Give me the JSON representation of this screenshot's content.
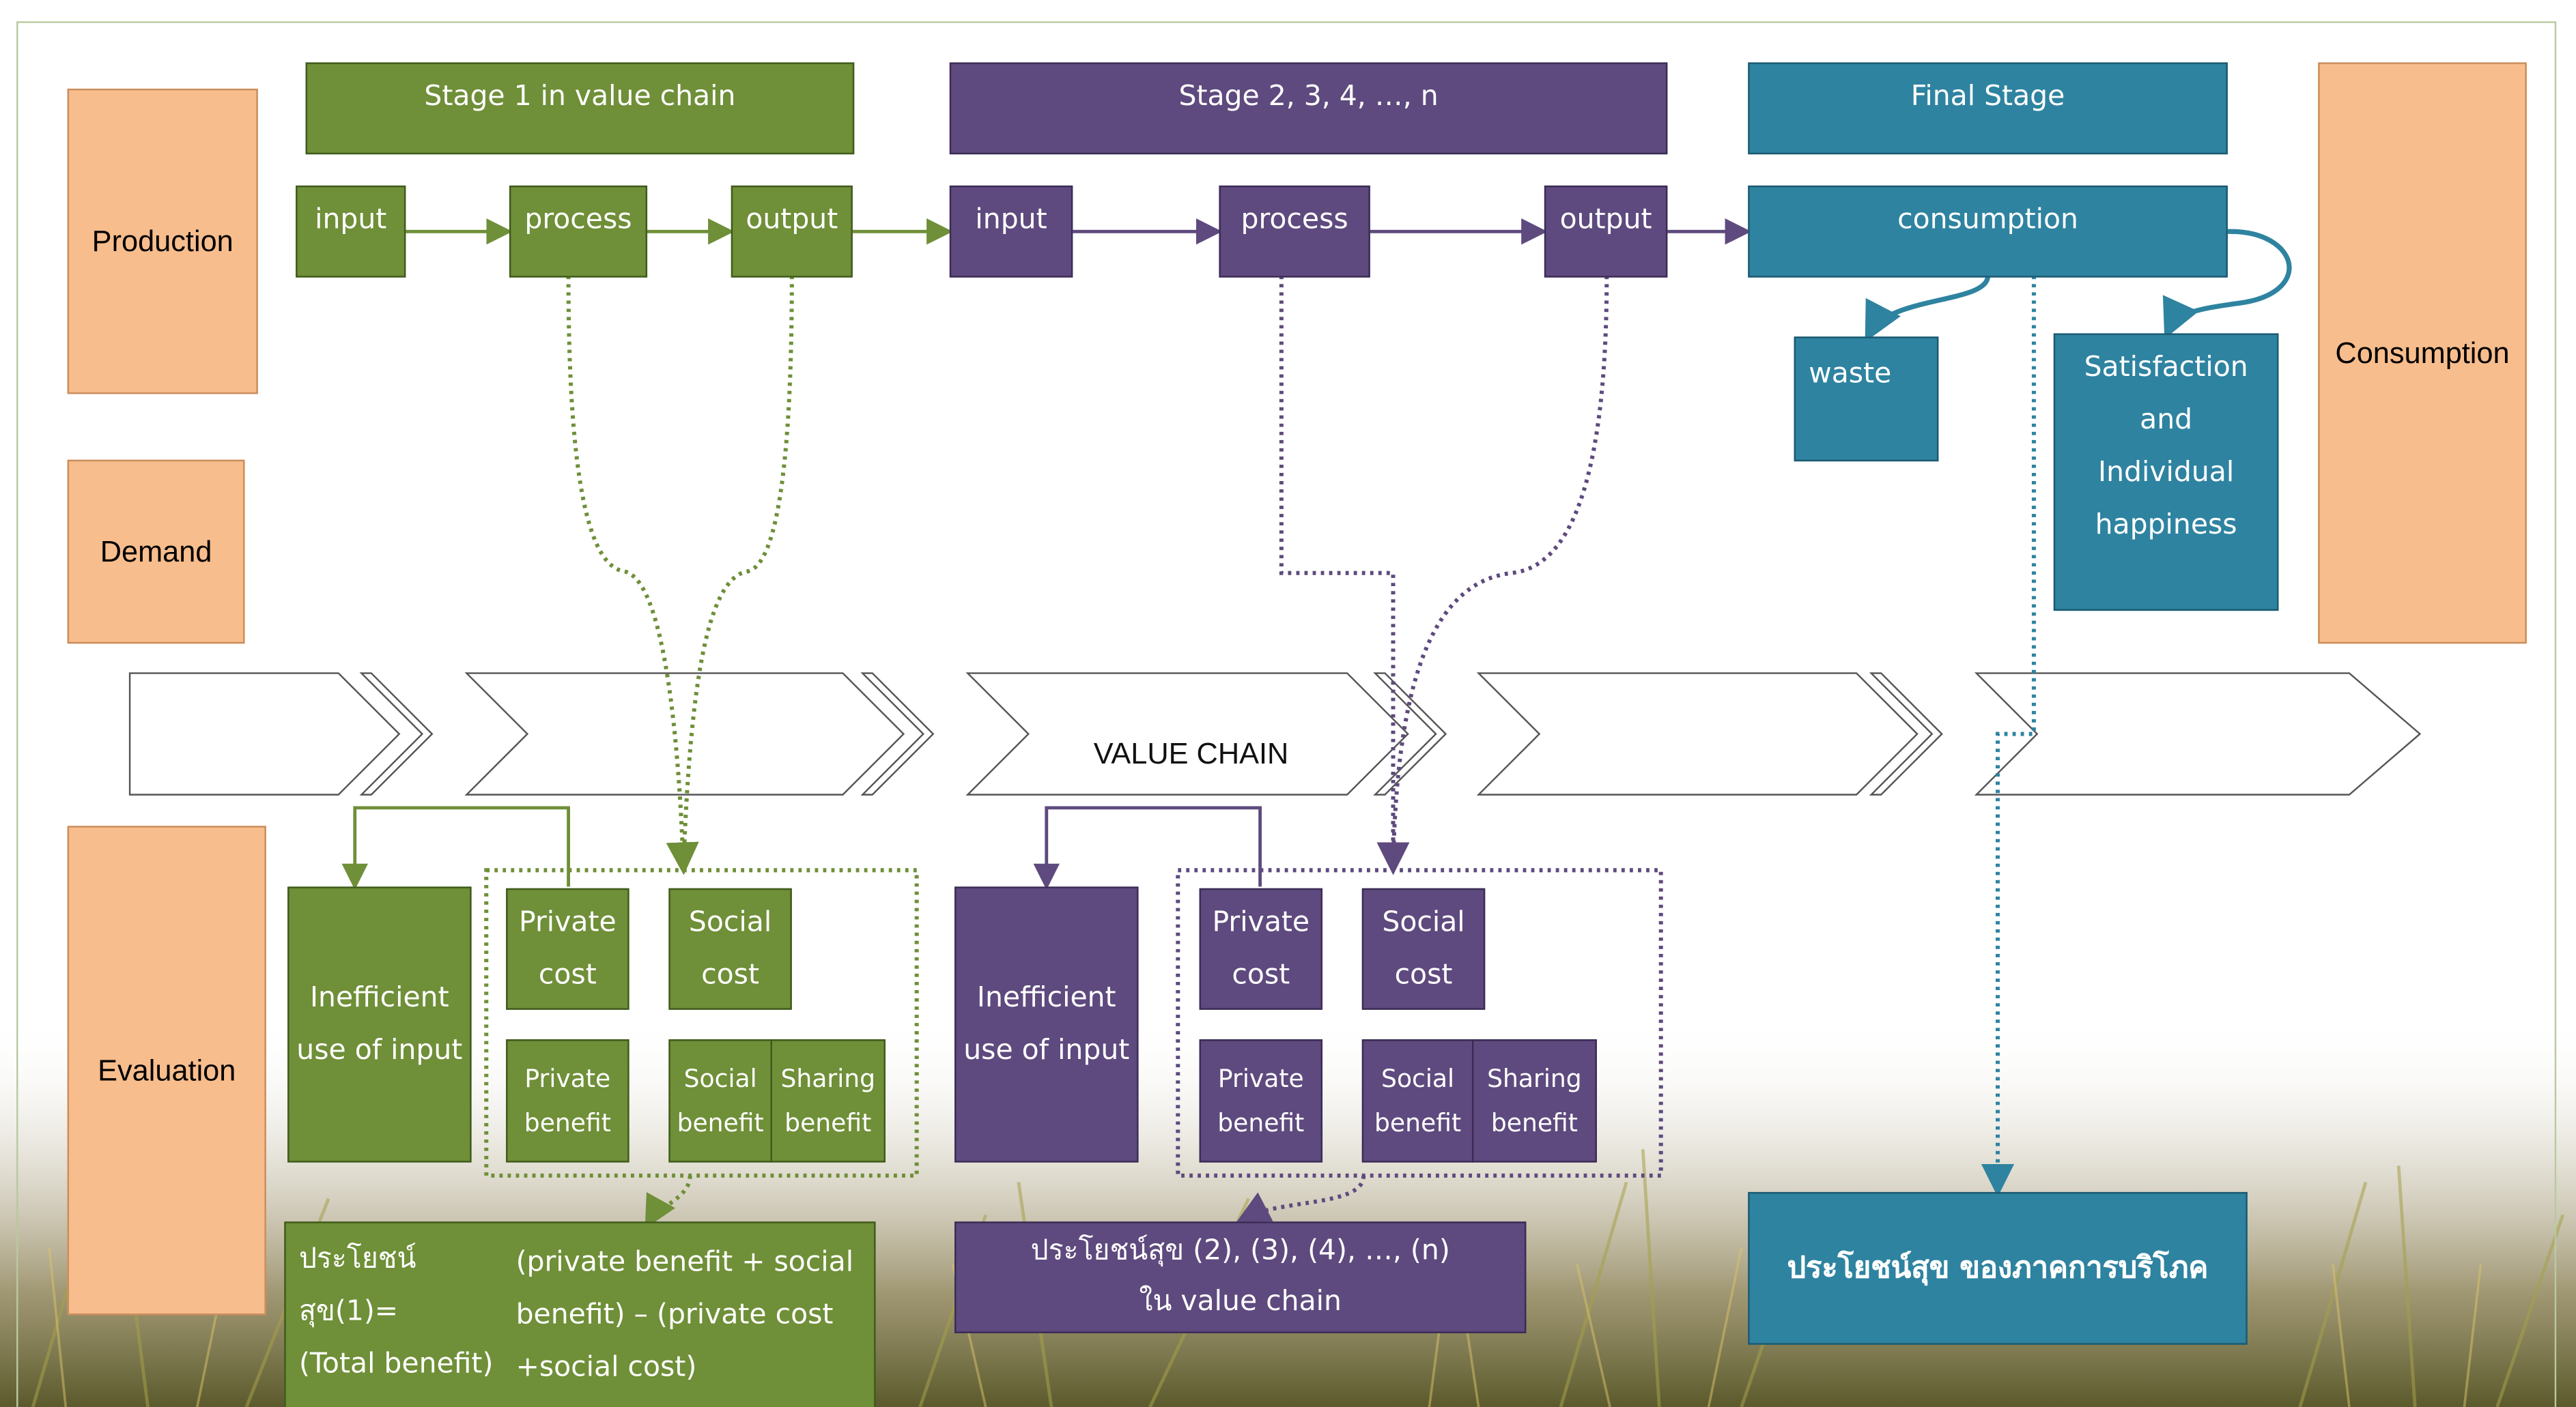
{
  "colors": {
    "stage1": "#6f8f38",
    "stage2": "#5e4a7e",
    "final": "#2e83a0",
    "row_label": "#f8bd8d"
  },
  "row_labels": {
    "production": "Production",
    "demand": "Demand",
    "evaluation": "Evaluation",
    "consumption": "Consumption"
  },
  "stages": {
    "stage1": "Stage 1 in value chain",
    "stage2": "Stage 2, 3, 4, …, n",
    "final": "Final Stage"
  },
  "stage1_flow": {
    "input": "input",
    "process": "process",
    "output": "output"
  },
  "stage2_flow": {
    "input": "input",
    "process": "process",
    "output": "output"
  },
  "final_flow": {
    "consumption": "consumption",
    "waste": "waste",
    "satisfaction": "Satisfaction\nand\nIndividual\nhappiness"
  },
  "value_chain": {
    "label": "VALUE CHAIN"
  },
  "evaluation_stage1": {
    "inefficient": "Inefficient\nuse of input",
    "private_cost": "Private\ncost",
    "social_cost": "Social\ncost",
    "private_benefit": "Private\nbenefit",
    "social_benefit": "Social\nbenefit",
    "sharing_benefit": "Sharing\nbenefit"
  },
  "evaluation_stage2": {
    "inefficient": "Inefficient\nuse of input",
    "private_cost": "Private\ncost",
    "social_cost": "Social\ncost",
    "private_benefit": "Private\nbenefit",
    "social_benefit": "Social\nbenefit",
    "sharing_benefit": "Sharing\nbenefit"
  },
  "utility": {
    "stage1_label": "ประโยชน์สุข(1)=\n(Total benefit)",
    "stage1_formula": "(private benefit + social\nbenefit) – (private cost\n+social cost)",
    "stage2": "ประโยชน์สุข (2), (3), (4), …, (n)\nใน value chain",
    "final": "ประโยชน์สุข ของภาคการบริโภค"
  }
}
